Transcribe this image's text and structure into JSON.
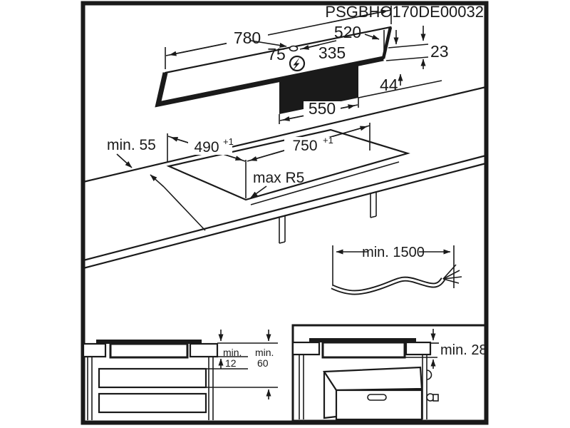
{
  "title": "PSGBHO170DE00032",
  "colors": {
    "ink": "#1a1a1a",
    "paper": "#ffffff"
  },
  "hob_top_view": {
    "width": "780",
    "depth": "520",
    "gland_left": "75",
    "gland_right": "335",
    "edge_height": "23",
    "body_height": "44",
    "body_width": "550",
    "power_symbol": "lightning-bolt"
  },
  "cutout": {
    "edge_clearance": "min. 55",
    "depth": "490",
    "depth_tol": "+1",
    "width": "750",
    "width_tol": "+1",
    "corner_radius": "max R5"
  },
  "cable": {
    "length": "min. 1500"
  },
  "drawer_section": {
    "gap1_line1": "min.",
    "gap1_line2": "12",
    "gap2_line1": "min.",
    "gap2_line2": "60"
  },
  "oven_section": {
    "gap": "min. 28"
  }
}
